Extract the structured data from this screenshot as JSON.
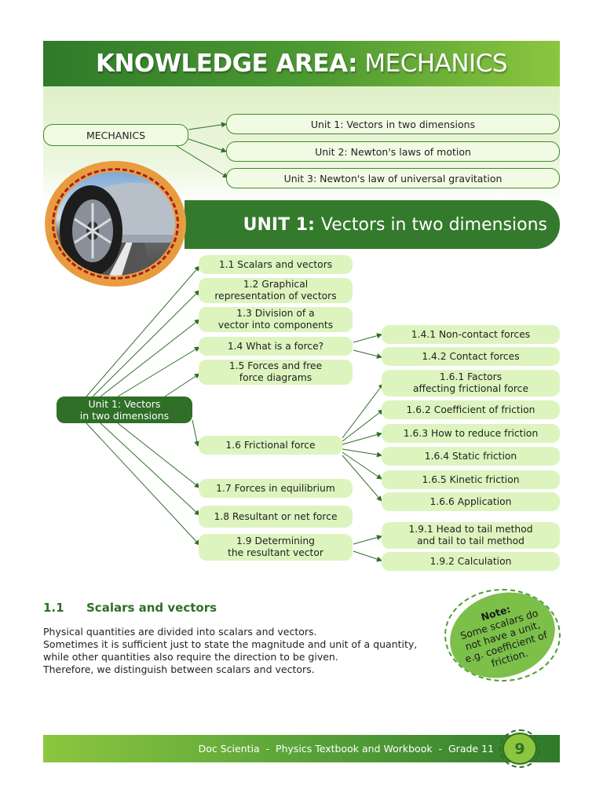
{
  "banner": {
    "bold": "KNOWLEDGE AREA:",
    "light": "MECHANICS"
  },
  "mechanics_label": "MECHANICS",
  "units": [
    "Unit 1: Vectors in two dimensions",
    "Unit 2: Newton's laws of motion",
    "Unit 3: Newton's law of universal gravitation"
  ],
  "unit_banner": {
    "bold": "UNIT 1:",
    "light": "Vectors in two dimensions"
  },
  "root": {
    "line1": "Unit 1: Vectors",
    "line2": "in two dimensions"
  },
  "sections": [
    {
      "l1": "1.1 Scalars and vectors",
      "l2": ""
    },
    {
      "l1": "1.2 Graphical",
      "l2": "representation of vectors"
    },
    {
      "l1": "1.3 Division of a",
      "l2": "vector into components"
    },
    {
      "l1": "1.4 What is a force?",
      "l2": ""
    },
    {
      "l1": "1.5 Forces and free",
      "l2": "force diagrams"
    },
    {
      "l1": "1.6 Frictional force",
      "l2": ""
    },
    {
      "l1": "1.7 Forces in equilibrium",
      "l2": ""
    },
    {
      "l1": "1.8 Resultant or net force",
      "l2": ""
    },
    {
      "l1": "1.9 Determining",
      "l2": "the resultant vector"
    }
  ],
  "subsections": [
    {
      "l1": "1.4.1 Non-contact forces",
      "l2": ""
    },
    {
      "l1": "1.4.2 Contact forces",
      "l2": ""
    },
    {
      "l1": "1.6.1 Factors",
      "l2": "affecting frictional force"
    },
    {
      "l1": "1.6.2 Coefficient of friction",
      "l2": ""
    },
    {
      "l1": "1.6.3 How to reduce friction",
      "l2": ""
    },
    {
      "l1": "1.6.4 Static friction",
      "l2": ""
    },
    {
      "l1": "1.6.5 Kinetic friction",
      "l2": ""
    },
    {
      "l1": "1.6.6 Application",
      "l2": ""
    },
    {
      "l1": "1.9.1 Head to tail method",
      "l2": "and tail to tail method"
    },
    {
      "l1": "1.9.2 Calculation",
      "l2": ""
    }
  ],
  "section_heading": {
    "number": "1.1",
    "title": "Scalars and vectors"
  },
  "paragraph": [
    "Physical quantities are divided into scalars and vectors.",
    "Sometimes it is sufficient just to state the magnitude and unit of a quantity,",
    "while other quantities also require the direction to be given.",
    "Therefore, we distinguish between scalars and vectors."
  ],
  "note": {
    "title": "Note:",
    "lines": [
      "Some scalars do",
      "not have a unit,",
      "e.g. coefficient of",
      "friction."
    ]
  },
  "footer": {
    "text": "Doc Scientia  -  Physics Textbook and Workbook  -  Grade 11",
    "page": "9"
  },
  "colors": {
    "dark_green": "#2f6f28",
    "light_green": "#8cc63f",
    "pale_green": "#ddf4bf"
  }
}
